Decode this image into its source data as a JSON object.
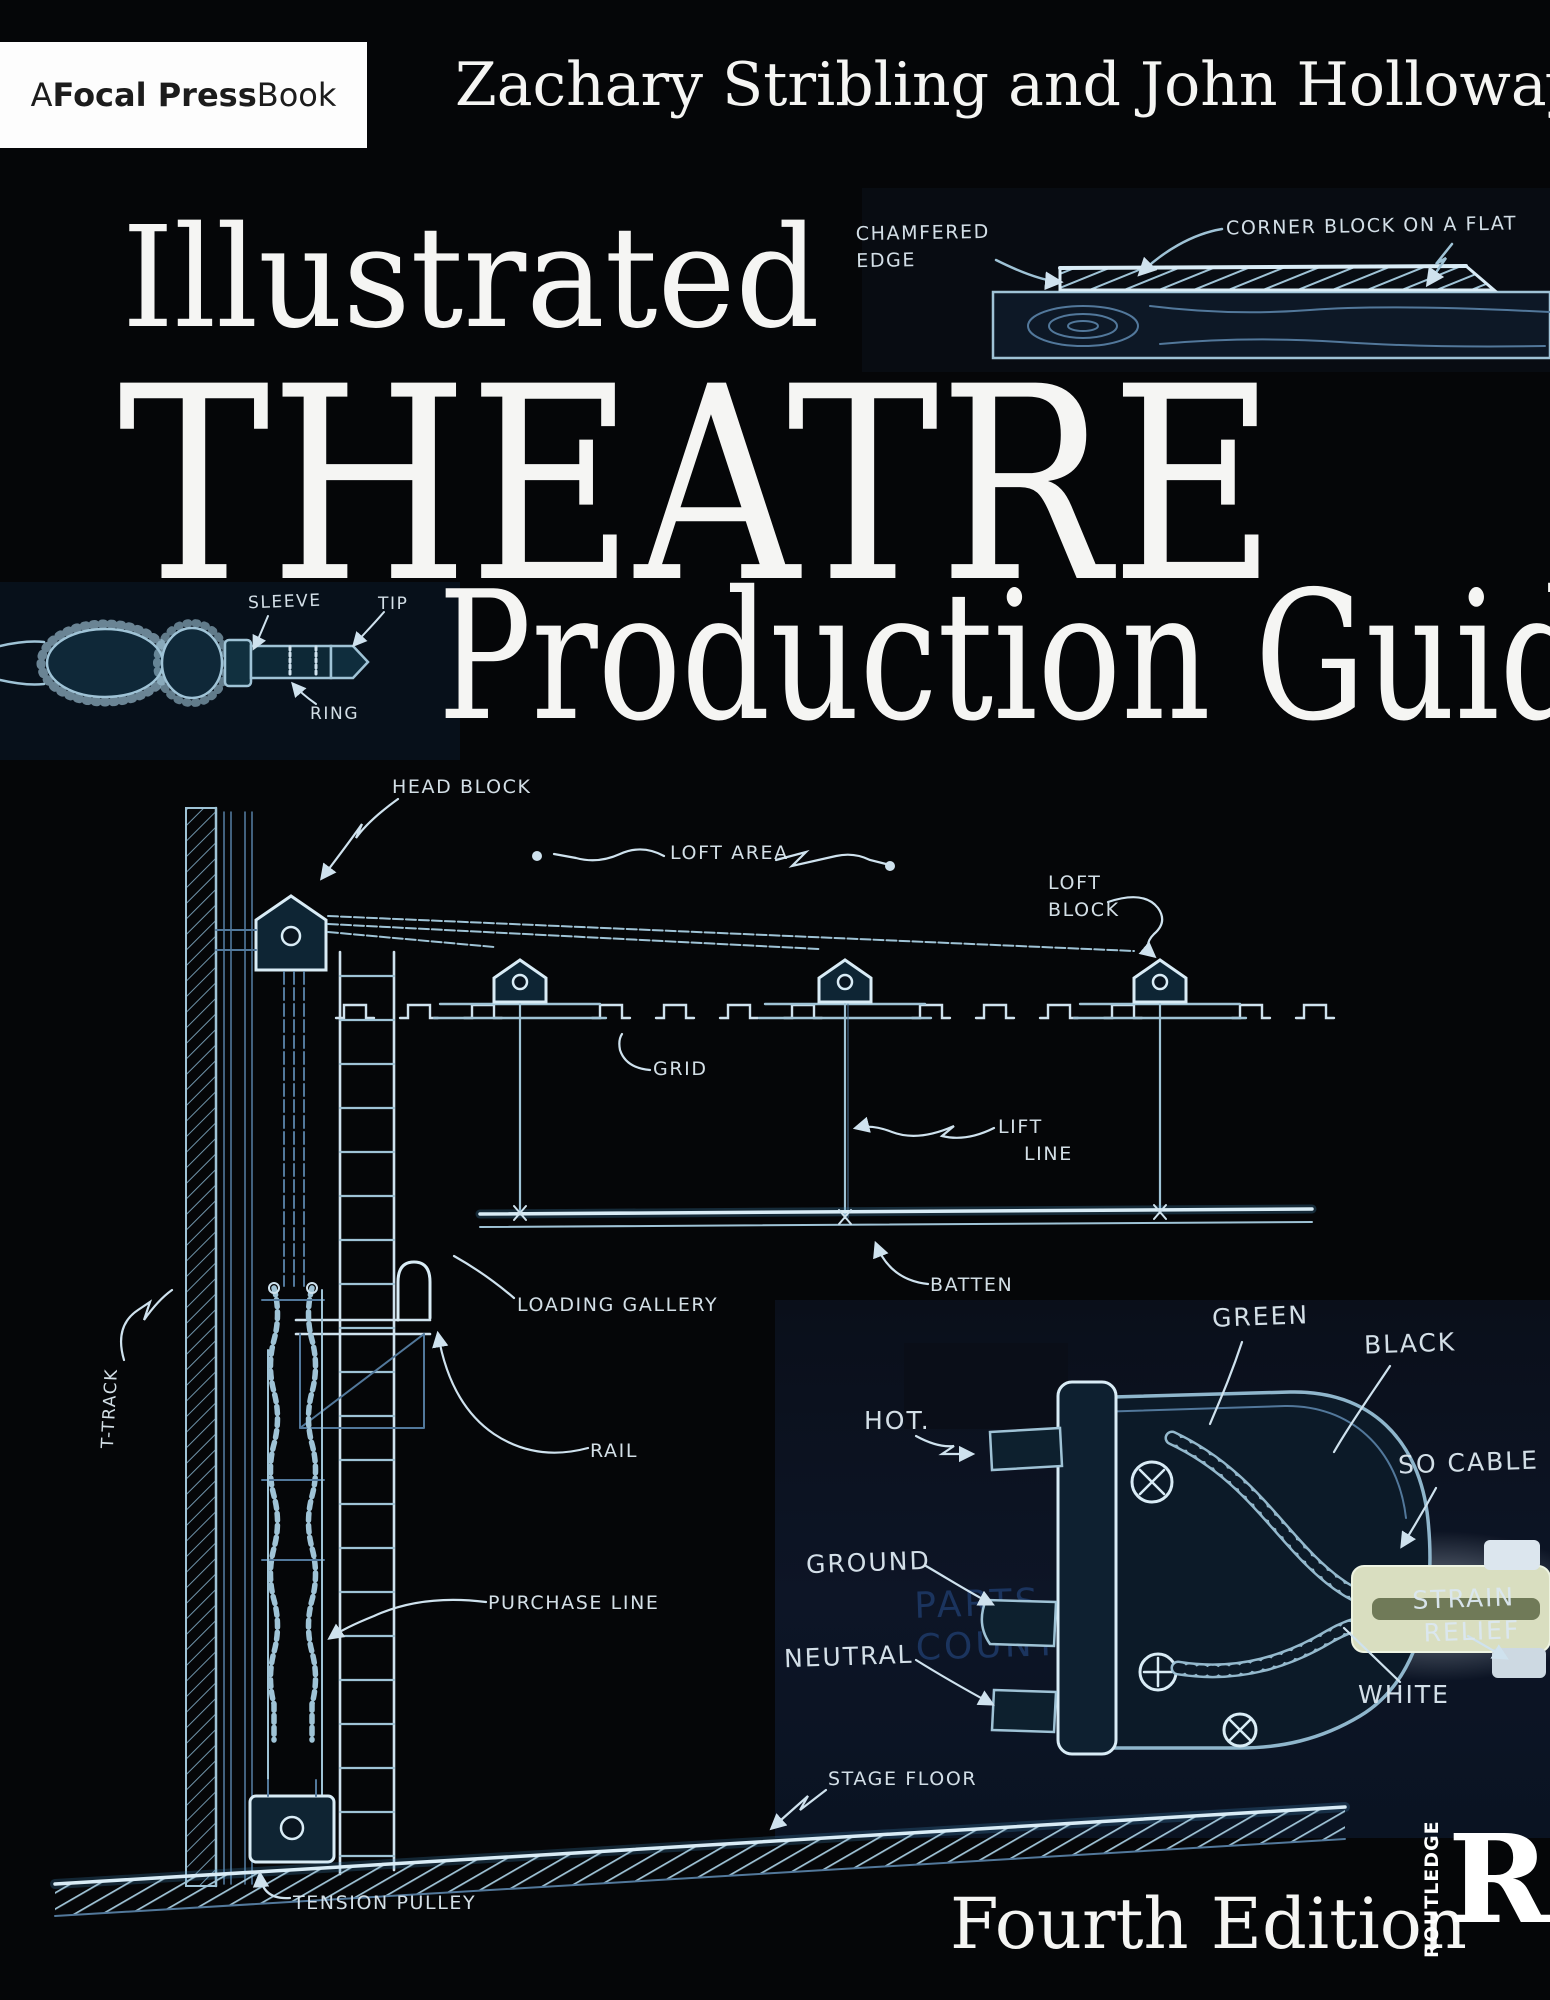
{
  "cover": {
    "badge": {
      "prefix": "A ",
      "brand": "Focal Press",
      "suffix": " Book"
    },
    "authors": "Zachary Stribling and John Holloway",
    "title_line1": "Illustrated",
    "title_line2": "THEATRE",
    "title_line3": "Production Guide",
    "edition": "Fourth Edition",
    "publisher": {
      "name": "ROUTLEDGE",
      "mark": "R"
    }
  },
  "corner_block_diagram": {
    "labels": {
      "chamfered_line1": "CHAMFERED",
      "chamfered_line2": "EDGE",
      "corner_block": "CORNER BLOCK ON A FLAT"
    }
  },
  "jack_diagram": {
    "labels": {
      "sleeve": "SLEEVE",
      "tip": "TIP",
      "ring": "RING"
    }
  },
  "rigging_diagram": {
    "labels": {
      "head_block": "HEAD BLOCK",
      "loft_area": "LOFT AREA",
      "loft_block_line1": "LOFT",
      "loft_block_line2": "BLOCK",
      "grid": "GRID",
      "lift_line_line1": "LIFT",
      "lift_line_line2": "LINE",
      "loading_gallery": "LOADING GALLERY",
      "rail": "RAIL",
      "t_track": "T-TRACK",
      "purchase_line": "PURCHASE LINE",
      "batten": "BATTEN",
      "stage_floor": "STAGE FLOOR",
      "tension_pulley": "TENSION PULLEY"
    }
  },
  "plug_diagram": {
    "labels": {
      "green": "GREEN",
      "black": "BLACK",
      "hot": "HOT.",
      "so_cable": "SO CABLE",
      "ground": "GROUND",
      "neutral": "NEUTRAL",
      "strain_line1": "STRAIN",
      "strain_line2": "RELIEF",
      "white": "WHITE"
    },
    "ghost_line1": "PARTS OF A",
    "ghost_line2": "COUNTERWEIGHT SYS"
  },
  "colors": {
    "background": "#050608",
    "ink": "#9fc3d6",
    "ink_bright": "#d9ecf6",
    "ink_dim": "#52789b",
    "label_text": "#dce8f0",
    "panel_navy": "#0d1526",
    "cable_highlight": "#d9dec0"
  }
}
